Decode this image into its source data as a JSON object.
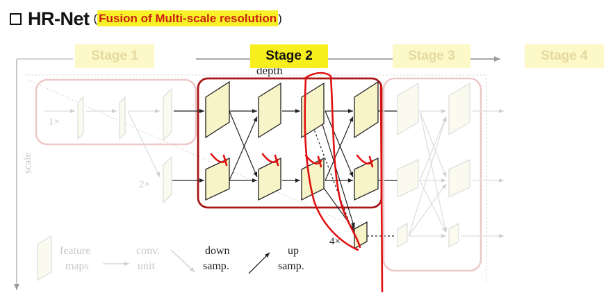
{
  "header": {
    "title": "HR-Net",
    "paren_open": "(",
    "highlight": "Fusion of Multi-scale resolution",
    "paren_close": ")"
  },
  "stages": [
    {
      "label": "Stage 1",
      "state": "faded"
    },
    {
      "label": "Stage 2",
      "state": "active"
    },
    {
      "label": "Stage 3",
      "state": "faded"
    },
    {
      "label": "Stage 4",
      "state": "faded"
    }
  ],
  "diagram": {
    "depth_label": "depth",
    "scale_label": "scale",
    "scale_markers": [
      "1×",
      "2×",
      "4×"
    ],
    "legend": {
      "feature_maps": [
        "feature",
        "maps"
      ],
      "conv_unit": [
        "conv.",
        "unit"
      ],
      "down_samp": [
        "down",
        "samp."
      ],
      "up_samp": [
        "up",
        "samp."
      ]
    },
    "colors": {
      "block_fill": "#f7f4c8",
      "annotation_red": "#b01a1a",
      "pen_red": "#e01010",
      "faded": "#d8d8d8",
      "faded_red": "#e8c2c2"
    }
  }
}
